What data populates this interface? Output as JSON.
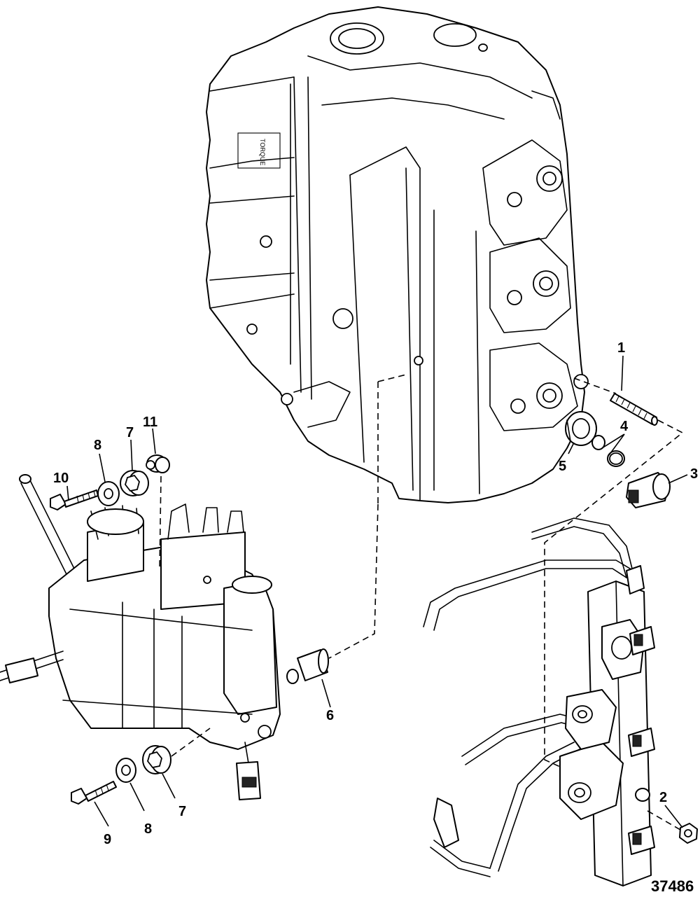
{
  "figure_number": "37486",
  "engraved_text": "TORQUE",
  "callouts": [
    {
      "id": "c1",
      "label": "1"
    },
    {
      "id": "c2",
      "label": "2"
    },
    {
      "id": "c3",
      "label": "3"
    },
    {
      "id": "c4",
      "label": "4"
    },
    {
      "id": "c5",
      "label": "5"
    },
    {
      "id": "c6",
      "label": "6"
    },
    {
      "id": "c7a",
      "label": "7"
    },
    {
      "id": "c7b",
      "label": "7"
    },
    {
      "id": "c8a",
      "label": "8"
    },
    {
      "id": "c8b",
      "label": "8"
    },
    {
      "id": "c9",
      "label": "9"
    },
    {
      "id": "c10",
      "label": "10"
    },
    {
      "id": "c11",
      "label": "11"
    }
  ]
}
